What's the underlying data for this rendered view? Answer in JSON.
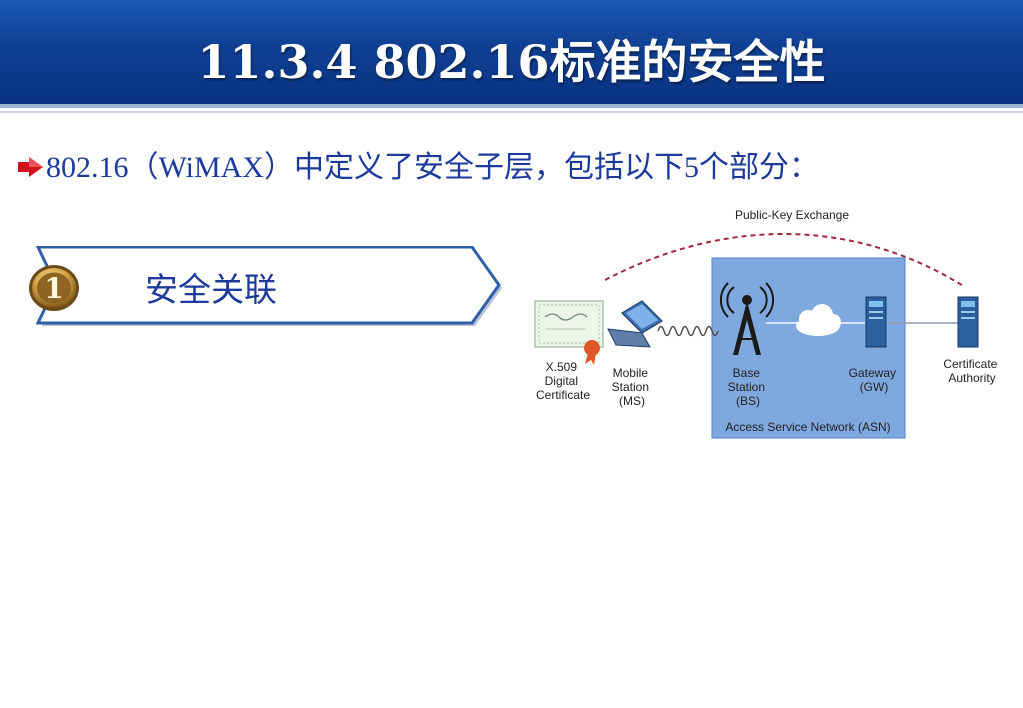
{
  "header": {
    "title": "11.3.4 802.16标准的安全性"
  },
  "bullet": {
    "lead": "802.16（",
    "term": "WiMAX",
    "text": "）中定义了安全子层，包括以下",
    "count": "5",
    "tail": "个部分："
  },
  "section": {
    "number": "1",
    "label": "安全关联"
  },
  "diagram": {
    "key_exchange": "Public-Key Exchange",
    "certificate": [
      "X.509",
      "Digital",
      "Certificate"
    ],
    "mobile_station": [
      "Mobile",
      "Station",
      "(MS)"
    ],
    "base_station": [
      "Base",
      "Station",
      "(BS)"
    ],
    "gateway": [
      "Gateway",
      "(GW)"
    ],
    "certificate_authority": [
      "Certificate",
      "Authority"
    ],
    "asn": "Access Service Network (ASN)"
  },
  "colors": {
    "header_top": "#1c58b4",
    "header_bottom": "#0a3382",
    "text_blue": "#1b3a9c",
    "arrow_red": "#d0141c",
    "asn_fill": "#7fa8df",
    "dashed_arc": "#a0283c"
  }
}
